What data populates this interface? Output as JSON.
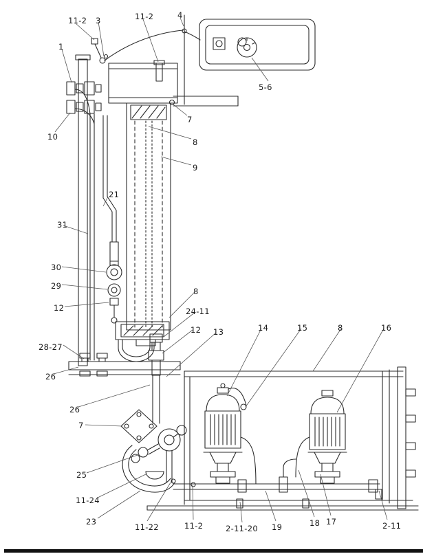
{
  "figure": {
    "kind": "technical parts diagram",
    "colors": {
      "line": "#2b2b2b",
      "leader": "#555555",
      "label_text": "#1a1a1a",
      "background": "#ffffff",
      "bottom_rule": "#111111"
    }
  },
  "labels": [
    {
      "text": "11-2"
    },
    {
      "text": "3"
    },
    {
      "text": "11-2"
    },
    {
      "text": "4"
    },
    {
      "text": "1"
    },
    {
      "text": "5-6"
    },
    {
      "text": "10"
    },
    {
      "text": "7"
    },
    {
      "text": "8"
    },
    {
      "text": "9"
    },
    {
      "text": "21"
    },
    {
      "text": "31"
    },
    {
      "text": "30"
    },
    {
      "text": "29"
    },
    {
      "text": "12"
    },
    {
      "text": "8"
    },
    {
      "text": "24-11"
    },
    {
      "text": "12"
    },
    {
      "text": "13"
    },
    {
      "text": "14"
    },
    {
      "text": "15"
    },
    {
      "text": "8"
    },
    {
      "text": "16"
    },
    {
      "text": "28-27"
    },
    {
      "text": "26"
    },
    {
      "text": "26"
    },
    {
      "text": "7"
    },
    {
      "text": "25"
    },
    {
      "text": "11-24"
    },
    {
      "text": "23"
    },
    {
      "text": "11-22"
    },
    {
      "text": "11-2"
    },
    {
      "text": "2-11-20"
    },
    {
      "text": "19"
    },
    {
      "text": "18"
    },
    {
      "text": "17"
    },
    {
      "text": "2-11"
    }
  ]
}
